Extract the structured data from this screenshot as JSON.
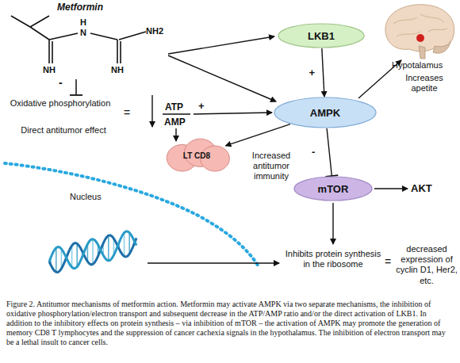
{
  "diagram": {
    "caption": "Figure 2. Antitumor mechanisms of metformin action. Metformin may activate AMPK via two separate mechanisms, the inhibition of oxidative phosphorylation/electron transport and subsequent decrease in the ATP/AMP ratio and/or the direct activation of LKB1. In addition to the inhibitory effects on protein synthesis – via inhibition of mTOR – the activation of AMPK may promote the generation of memory CD8 T lymphocytes and the suppression of cancer cachexia signals in the hypothalamus. The inhibition of electron transport may be a lethal insult to cancer cells.",
    "nodes": [
      {
        "text": [
          "LKB1"
        ]
      },
      {
        "text": [
          "AMPK"
        ]
      },
      {
        "text": [
          "LT CD8"
        ]
      },
      {
        "text": [
          "mTOR"
        ]
      }
    ],
    "edges": [
      {
        "from": 0,
        "to": 1,
        "arrow": "to",
        "label": "+"
      },
      {
        "from": 1,
        "to": 2,
        "arrow": "to"
      },
      {
        "from": 1,
        "to": 3,
        "arrow": "to",
        "label": "-"
      }
    ],
    "labels": [
      "Metformin",
      "H",
      "N",
      "NH2",
      "NH",
      "NH",
      "-",
      "Oxidative phosphorylation",
      "=",
      "Direct antitumor effect",
      "ATP",
      "AMP",
      "+",
      "Hypotalamus",
      "Increases apetite",
      "Increased antitumor immunity",
      "AKT",
      "Nucleus",
      "Inhibits protein synthesis in the ribosome",
      "=",
      "decreased expression of cyclin D1, Her2, etc."
    ]
  }
}
